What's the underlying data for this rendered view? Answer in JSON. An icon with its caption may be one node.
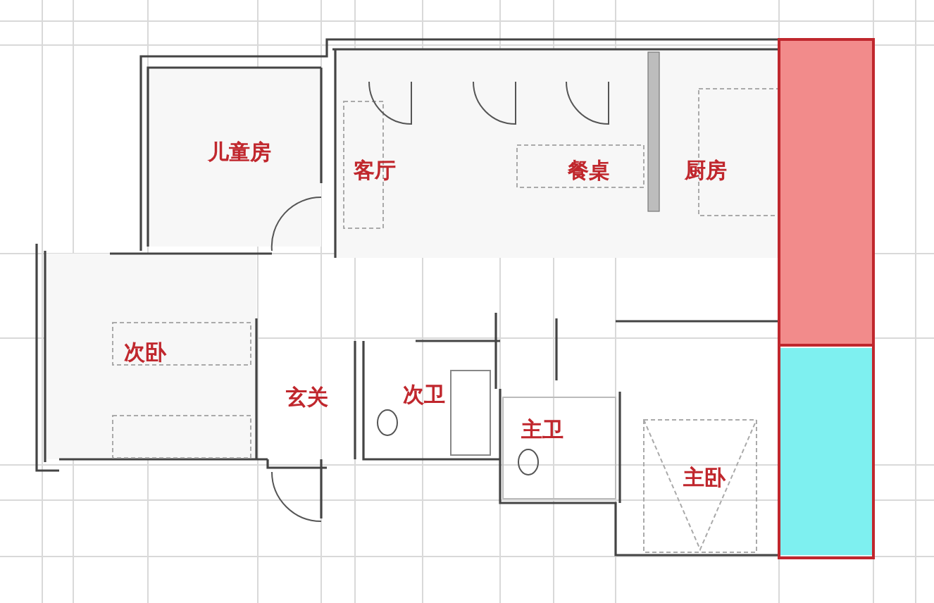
{
  "diagram": {
    "labels": [
      "儿童房",
      "客厅",
      "餐桌",
      "厨房",
      "次卧",
      "玄关",
      "次卫",
      "主卫",
      "主卧"
    ]
  }
}
